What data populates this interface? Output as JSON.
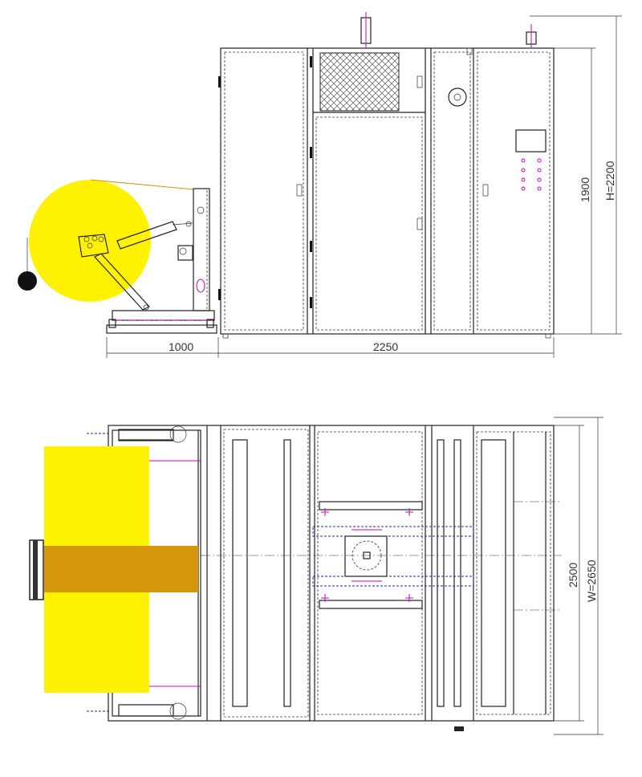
{
  "dimensions": {
    "unwinder_length": "1000",
    "machine_length": "2250",
    "cabinet_height": "1900",
    "total_height": "H=2200",
    "inner_width": "2500",
    "total_width": "W=2650"
  },
  "colors": {
    "roll": "#fff200",
    "web": "#d4980a",
    "weight": "#111111",
    "line": "#222222",
    "accent_magenta": "#cc00cc",
    "accent_blue": "#2222cc"
  }
}
